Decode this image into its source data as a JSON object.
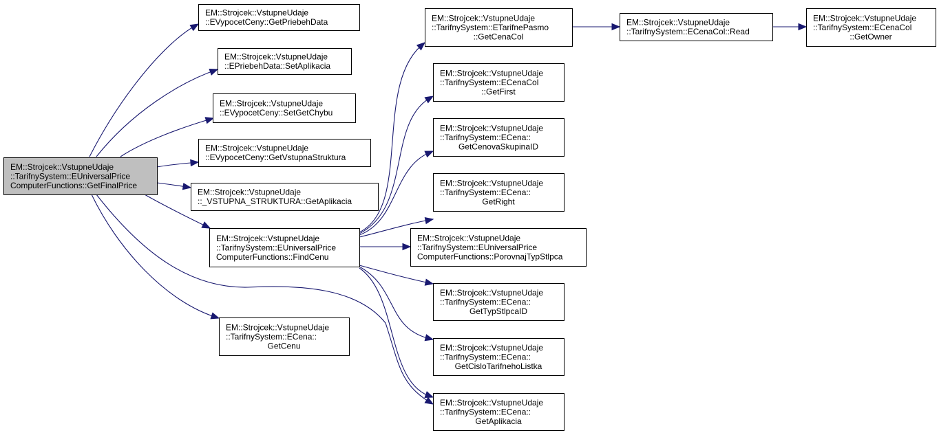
{
  "diagram": {
    "type": "call-graph",
    "colors": {
      "root_fill": "#bfbfbf",
      "node_fill": "#ffffff",
      "node_border": "#000000",
      "edge": "#191970"
    },
    "nodes": [
      {
        "id": "root",
        "lines": [
          "EM::Strojcek::VstupneUdaje",
          "::TarifnySystem::EUniversalPrice",
          "ComputerFunctions::GetFinalPrice"
        ],
        "root": true
      },
      {
        "id": "getPriebehData",
        "lines": [
          "EM::Strojcek::VstupneUdaje",
          "::EVypocetCeny::GetPriebehData"
        ]
      },
      {
        "id": "setAplikacia",
        "lines": [
          "EM::Strojcek::VstupneUdaje",
          "::EPriebehData::SetAplikacia"
        ]
      },
      {
        "id": "setGetChybu",
        "lines": [
          "EM::Strojcek::VstupneUdaje",
          "::EVypocetCeny::SetGetChybu"
        ]
      },
      {
        "id": "getVstupnaStruktura",
        "lines": [
          "EM::Strojcek::VstupneUdaje",
          "::EVypocetCeny::GetVstupnaStruktura"
        ]
      },
      {
        "id": "vsGetAplikacia",
        "lines": [
          "EM::Strojcek::VstupneUdaje",
          "::_VSTUPNA_STRUKTURA::GetAplikacia"
        ]
      },
      {
        "id": "findCenu",
        "lines": [
          "EM::Strojcek::VstupneUdaje",
          "::TarifnySystem::EUniversalPrice",
          "ComputerFunctions::FindCenu"
        ]
      },
      {
        "id": "getCenu",
        "lines": [
          "EM::Strojcek::VstupneUdaje",
          "::TarifnySystem::ECena::",
          "GetCenu"
        ]
      },
      {
        "id": "getCenaCol",
        "lines": [
          "EM::Strojcek::VstupneUdaje",
          "::TarifnySystem::ETarifnePasmo",
          "::GetCenaCol"
        ]
      },
      {
        "id": "getFirst",
        "lines": [
          "EM::Strojcek::VstupneUdaje",
          "::TarifnySystem::ECenaCol",
          "::GetFirst"
        ]
      },
      {
        "id": "getCenovaSkupinaID",
        "lines": [
          "EM::Strojcek::VstupneUdaje",
          "::TarifnySystem::ECena::",
          "GetCenovaSkupinaID"
        ]
      },
      {
        "id": "getRight",
        "lines": [
          "EM::Strojcek::VstupneUdaje",
          "::TarifnySystem::ECena::",
          "GetRight"
        ]
      },
      {
        "id": "porovnaj",
        "lines": [
          "EM::Strojcek::VstupneUdaje",
          "::TarifnySystem::EUniversalPrice",
          "ComputerFunctions::PorovnajTypStlpca"
        ]
      },
      {
        "id": "getTypStlpcaID",
        "lines": [
          "EM::Strojcek::VstupneUdaje",
          "::TarifnySystem::ECena::",
          "GetTypStlpcaID"
        ]
      },
      {
        "id": "getCislo",
        "lines": [
          "EM::Strojcek::VstupneUdaje",
          "::TarifnySystem::ECena::",
          "GetCisloTarifnehoListka"
        ]
      },
      {
        "id": "ecGetAplikacia",
        "lines": [
          "EM::Strojcek::VstupneUdaje",
          "::TarifnySystem::ECena::",
          "GetAplikacia"
        ]
      },
      {
        "id": "read",
        "lines": [
          "EM::Strojcek::VstupneUdaje",
          "::TarifnySystem::ECenaCol::Read"
        ]
      },
      {
        "id": "getOwner",
        "lines": [
          "EM::Strojcek::VstupneUdaje",
          "::TarifnySystem::ECenaCol",
          "::GetOwner"
        ]
      }
    ],
    "edges": [
      {
        "from": "root",
        "to": "getPriebehData"
      },
      {
        "from": "root",
        "to": "setAplikacia"
      },
      {
        "from": "root",
        "to": "setGetChybu"
      },
      {
        "from": "root",
        "to": "getVstupnaStruktura"
      },
      {
        "from": "root",
        "to": "vsGetAplikacia"
      },
      {
        "from": "root",
        "to": "findCenu"
      },
      {
        "from": "root",
        "to": "getCenu"
      },
      {
        "from": "root",
        "to": "ecGetAplikacia"
      },
      {
        "from": "findCenu",
        "to": "getCenaCol"
      },
      {
        "from": "findCenu",
        "to": "getFirst"
      },
      {
        "from": "findCenu",
        "to": "getCenovaSkupinaID"
      },
      {
        "from": "findCenu",
        "to": "getRight"
      },
      {
        "from": "findCenu",
        "to": "porovnaj"
      },
      {
        "from": "findCenu",
        "to": "getTypStlpcaID"
      },
      {
        "from": "findCenu",
        "to": "getCislo"
      },
      {
        "from": "findCenu",
        "to": "ecGetAplikacia"
      },
      {
        "from": "getCenaCol",
        "to": "read"
      },
      {
        "from": "read",
        "to": "getOwner"
      }
    ]
  }
}
